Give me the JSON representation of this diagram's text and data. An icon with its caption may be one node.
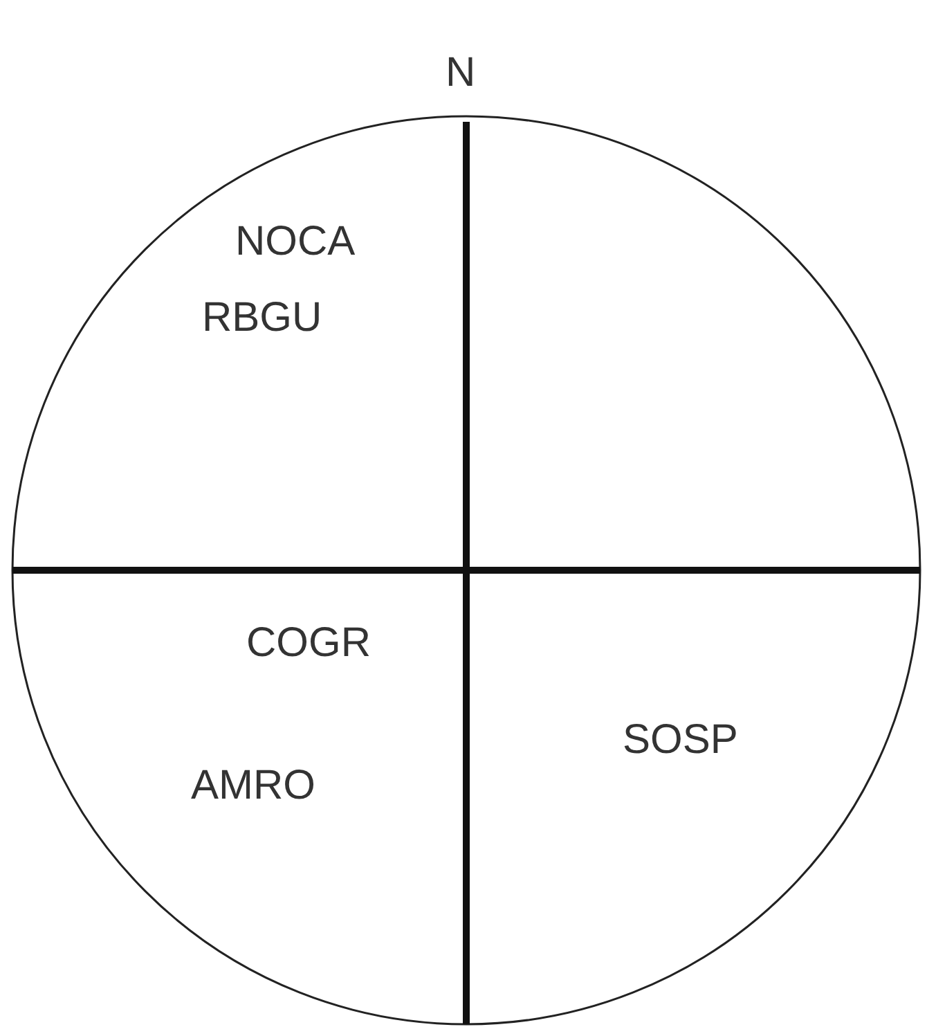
{
  "diagram": {
    "labels": [
      "N",
      "NOCA",
      "RBGU",
      "COGR",
      "AMRO",
      "SOSP"
    ]
  }
}
